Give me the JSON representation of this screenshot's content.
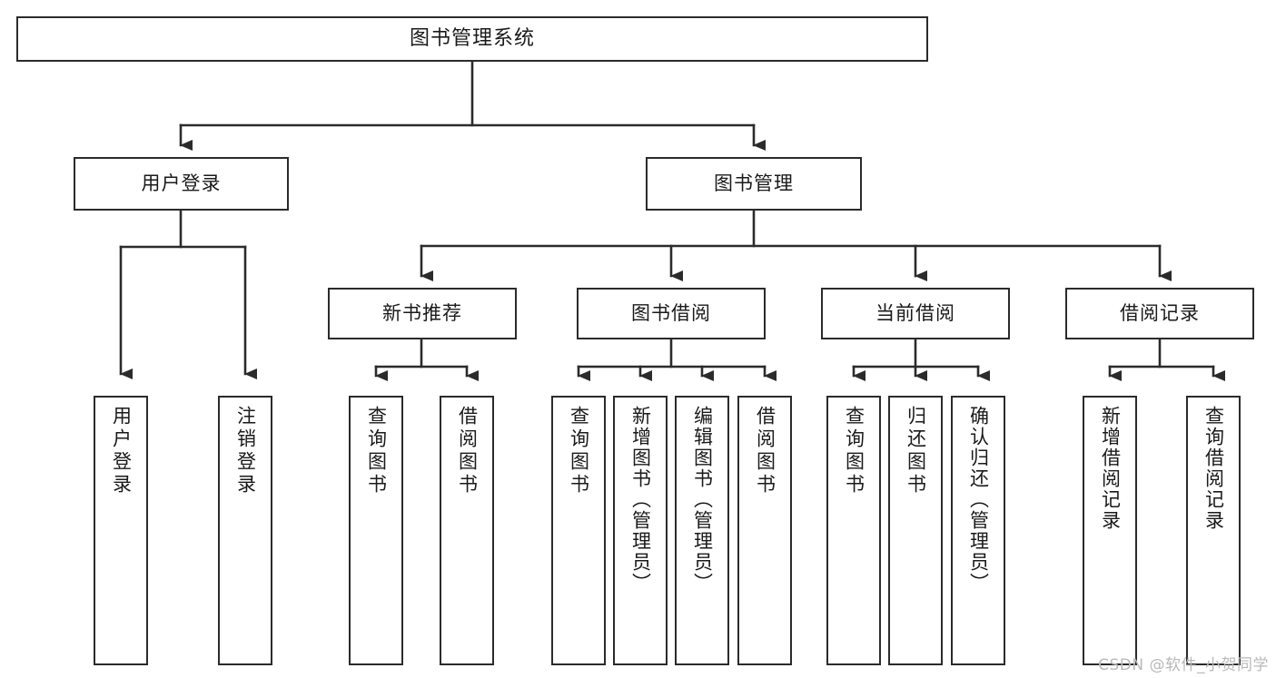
{
  "diagram": {
    "type": "tree",
    "title": "图书管理系统",
    "root": {
      "id": "root",
      "label": "图书管理系统"
    },
    "level2": [
      {
        "id": "user-login",
        "label": "用户登录"
      },
      {
        "id": "book-manage",
        "label": "图书管理"
      }
    ],
    "level3": [
      {
        "id": "new-book-rec",
        "label": "新书推荐",
        "parent": "book-manage"
      },
      {
        "id": "book-borrow",
        "label": "图书借阅",
        "parent": "book-manage"
      },
      {
        "id": "current-borrow",
        "label": "当前借阅",
        "parent": "book-manage"
      },
      {
        "id": "borrow-record",
        "label": "借阅记录",
        "parent": "book-manage"
      }
    ],
    "leaves": [
      {
        "id": "leaf-user-login",
        "label": "用户登录",
        "parent": "user-login"
      },
      {
        "id": "leaf-logout",
        "label": "注销登录",
        "parent": "user-login"
      },
      {
        "id": "leaf-query-book-1",
        "label": "查询图书",
        "parent": "new-book-rec"
      },
      {
        "id": "leaf-borrow-book-1",
        "label": "借阅图书",
        "parent": "new-book-rec"
      },
      {
        "id": "leaf-query-book-2",
        "label": "查询图书",
        "parent": "book-borrow"
      },
      {
        "id": "leaf-add-book",
        "label": "新增图书（管理员）",
        "parent": "book-borrow"
      },
      {
        "id": "leaf-edit-book",
        "label": "编辑图书（管理员）",
        "parent": "book-borrow"
      },
      {
        "id": "leaf-borrow-book-2",
        "label": "借阅图书",
        "parent": "book-borrow"
      },
      {
        "id": "leaf-query-book-3",
        "label": "查询图书",
        "parent": "current-borrow"
      },
      {
        "id": "leaf-return-book",
        "label": "归还图书",
        "parent": "current-borrow"
      },
      {
        "id": "leaf-confirm-return",
        "label": "确认归还（管理员）",
        "parent": "current-borrow"
      },
      {
        "id": "leaf-add-record",
        "label": "新增借阅记录",
        "parent": "borrow-record"
      },
      {
        "id": "leaf-query-record",
        "label": "查询借阅记录",
        "parent": "borrow-record"
      }
    ]
  },
  "watermark": {
    "text": "CSDN @软件_小贺同学"
  },
  "colors": {
    "stroke": "#2b2b2b",
    "background": "#ffffff",
    "text": "#1a1a1a",
    "watermark": "#b9b9b9"
  }
}
